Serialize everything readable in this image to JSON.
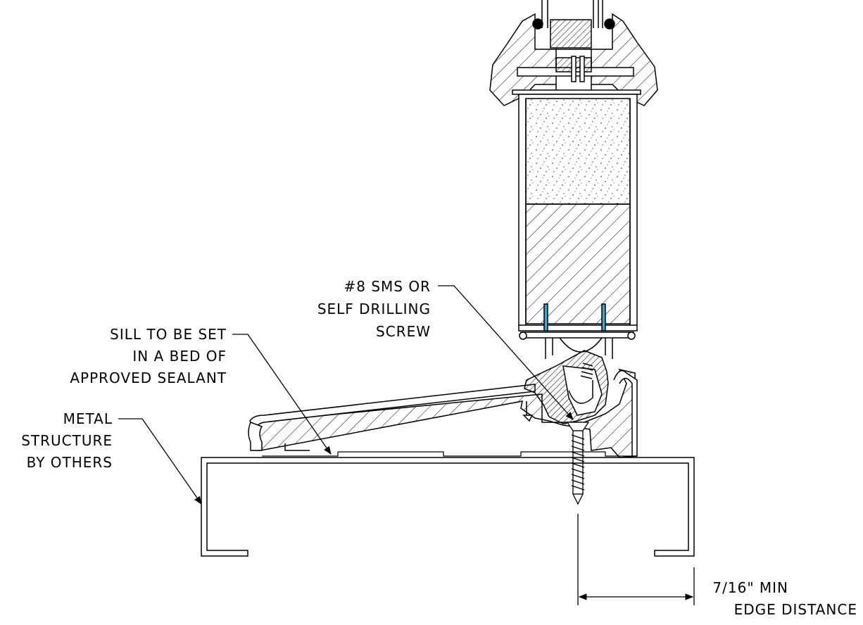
{
  "notes": {
    "screw": [
      "#8 SMS OR",
      "SELF DRILLING",
      "SCREW"
    ],
    "sill": [
      "SILL TO BE SET",
      "IN A BED OF",
      "APPROVED SEALANT"
    ],
    "metal": [
      "METAL",
      "STRUCTURE",
      "BY OTHERS"
    ],
    "edge": [
      "7/16\" MIN",
      "EDGE DISTANCE"
    ]
  },
  "colors": {
    "line": "#000000",
    "accent": "#3fa7c9"
  }
}
